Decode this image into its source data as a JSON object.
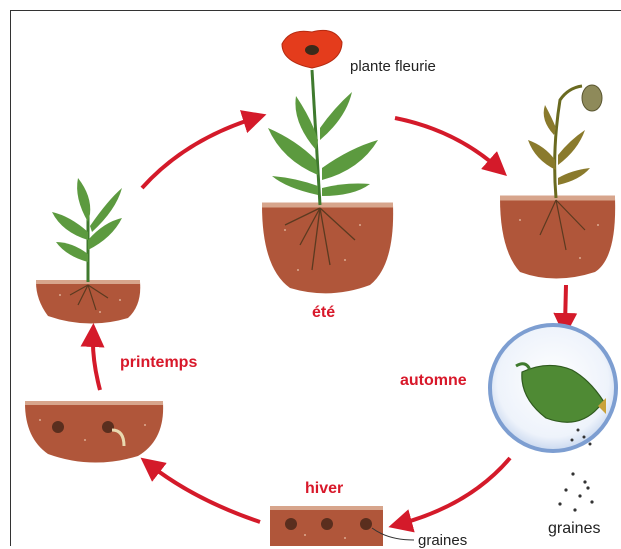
{
  "labels": {
    "flowering_plant": "plante fleurie",
    "summer": "été",
    "autumn": "automne",
    "winter": "hiver",
    "spring": "printemps",
    "seeds_pod": "graines",
    "seeds_soil": "graines"
  },
  "colors": {
    "season_text": "#d8182a",
    "arrow": "#d41a2a",
    "soil": "#b0563a",
    "soil_top": "#d7a58c",
    "leaf": "#5c9a3f",
    "stem": "#3f7a2e",
    "poppy": "#e43c1c",
    "dry_plant": "#8a7a2c",
    "lens_ring": "#7d9ed1"
  },
  "icons": [
    "poppy-flower-icon",
    "seed-pod-icon",
    "seed-icon",
    "magnifier-lens-icon",
    "cycle-arrow-icon"
  ]
}
